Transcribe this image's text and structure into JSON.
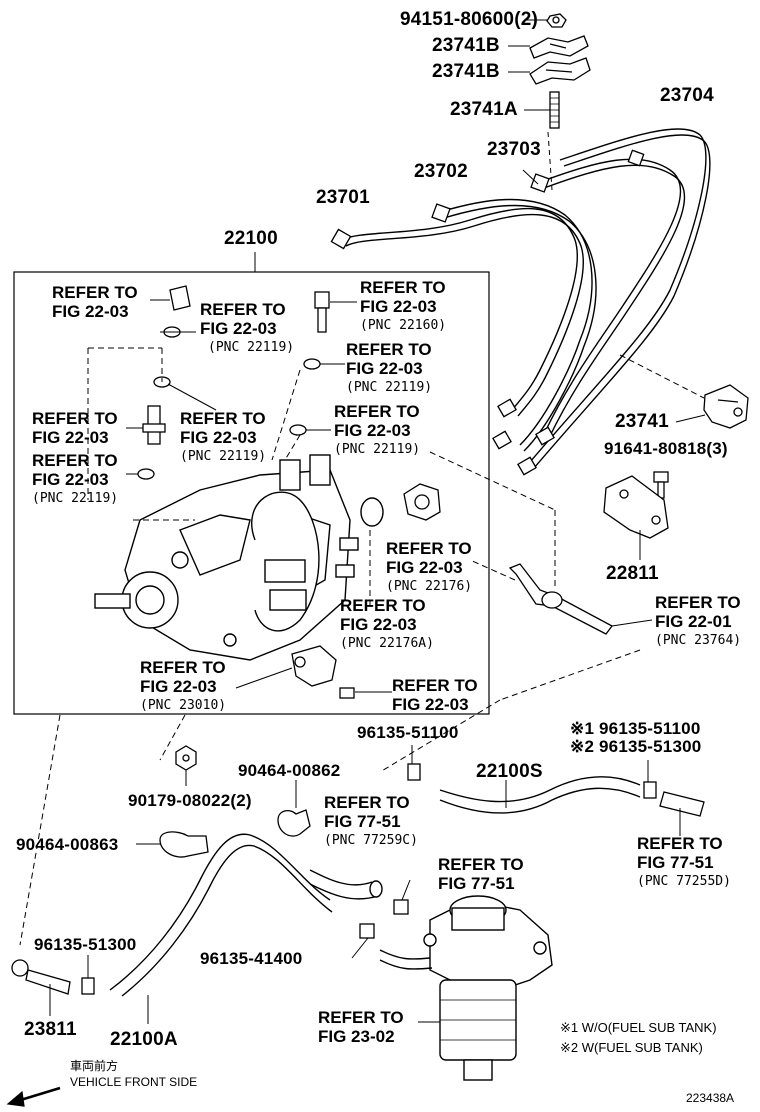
{
  "diagram": {
    "id": "223438A",
    "parts": {
      "p94151": "94151-80600(2)",
      "p23741B_1": "23741B",
      "p23741B_2": "23741B",
      "p23741A": "23741A",
      "p23704": "23704",
      "p23703": "23703",
      "p23702": "23702",
      "p23701": "23701",
      "p22100": "22100",
      "p23741": "23741",
      "p91641": "91641-80818(3)",
      "p22811": "22811",
      "p96135_51100": "96135-51100",
      "p22100S": "22100S",
      "p96135_51100_n1": "※1 96135-51100",
      "p96135_51300_n2": "※2 96135-51300",
      "p90464_00862": "90464-00862",
      "p90179": "90179-08022(2)",
      "p90464_00863": "90464-00863",
      "p96135_51300": "96135-51300",
      "p96135_41400": "96135-41400",
      "p23811": "23811",
      "p22100A": "22100A"
    },
    "refs": [
      {
        "line1": "REFER TO",
        "line2": "FIG 22-03",
        "pnc": ""
      },
      {
        "line1": "REFER TO",
        "line2": "FIG 22-03",
        "pnc": "(PNC 22160)"
      },
      {
        "line1": "REFER TO",
        "line2": "FIG 22-03",
        "pnc": "(PNC 22119)"
      },
      {
        "line1": "REFER TO",
        "line2": "FIG 22-03",
        "pnc": "(PNC 22119)"
      },
      {
        "line1": "REFER TO",
        "line2": "FIG 22-03",
        "pnc": "(PNC 22119)"
      },
      {
        "line1": "REFER TO",
        "line2": "FIG 22-03",
        "pnc": ""
      },
      {
        "line1": "REFER TO",
        "line2": "FIG 22-03",
        "pnc": "(PNC 22119)"
      },
      {
        "line1": "REFER TO",
        "line2": "FIG 22-03",
        "pnc": "(PNC 22119)"
      },
      {
        "line1": "REFER TO",
        "line2": "FIG 22-03",
        "pnc": "(PNC 22176)"
      },
      {
        "line1": "REFER TO",
        "line2": "FIG 22-03",
        "pnc": "(PNC 22176A)"
      },
      {
        "line1": "REFER TO",
        "line2": "FIG 22-01",
        "pnc": "(PNC 23764)"
      },
      {
        "line1": "REFER TO",
        "line2": "FIG 22-03",
        "pnc": "(PNC 23010)"
      },
      {
        "line1": "REFER TO",
        "line2": "FIG 22-03",
        "pnc": ""
      },
      {
        "line1": "REFER TO",
        "line2": "FIG 77-51",
        "pnc": "(PNC 77259C)"
      },
      {
        "line1": "REFER TO",
        "line2": "FIG 77-51",
        "pnc": ""
      },
      {
        "line1": "REFER TO",
        "line2": "FIG 77-51",
        "pnc": "(PNC 77255D)"
      },
      {
        "line1": "REFER TO",
        "line2": "FIG 23-02",
        "pnc": ""
      }
    ],
    "notes": {
      "note1": "※1 W/O(FUEL SUB TANK)",
      "note2": "※2 W(FUEL SUB TANK)",
      "direction_jp": "車両前方",
      "direction_en": "VEHICLE FRONT SIDE"
    }
  }
}
